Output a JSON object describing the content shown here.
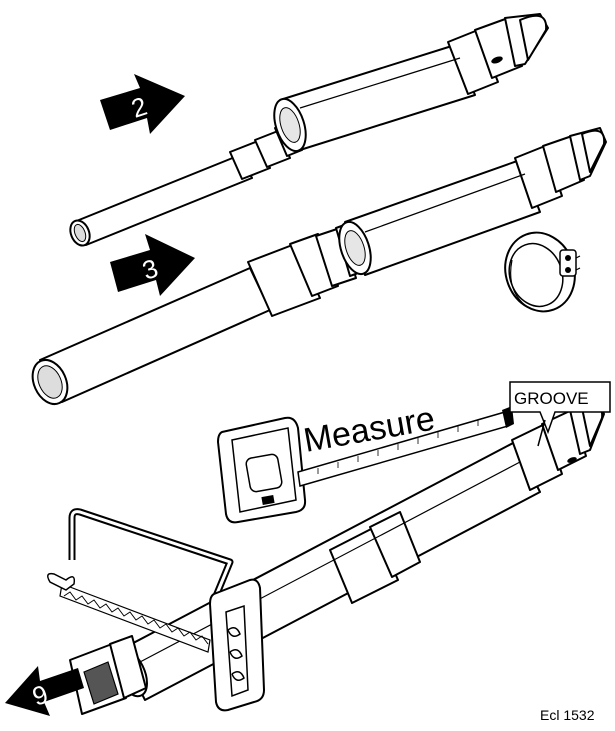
{
  "steps": [
    {
      "number": "2"
    },
    {
      "number": "3"
    },
    {
      "number": "9"
    }
  ],
  "labels": {
    "measure": "Measure",
    "groove": "GROOVE",
    "reference": "Ecl 1532"
  },
  "colors": {
    "ink": "#000000",
    "paper": "#ffffff",
    "shade": "#c8c8c8",
    "dark": "#555555"
  },
  "icons": [
    "arrow-right-icon",
    "arrow-left-icon",
    "tape-measure-icon",
    "hose-clamp-icon",
    "hacksaw-icon"
  ]
}
